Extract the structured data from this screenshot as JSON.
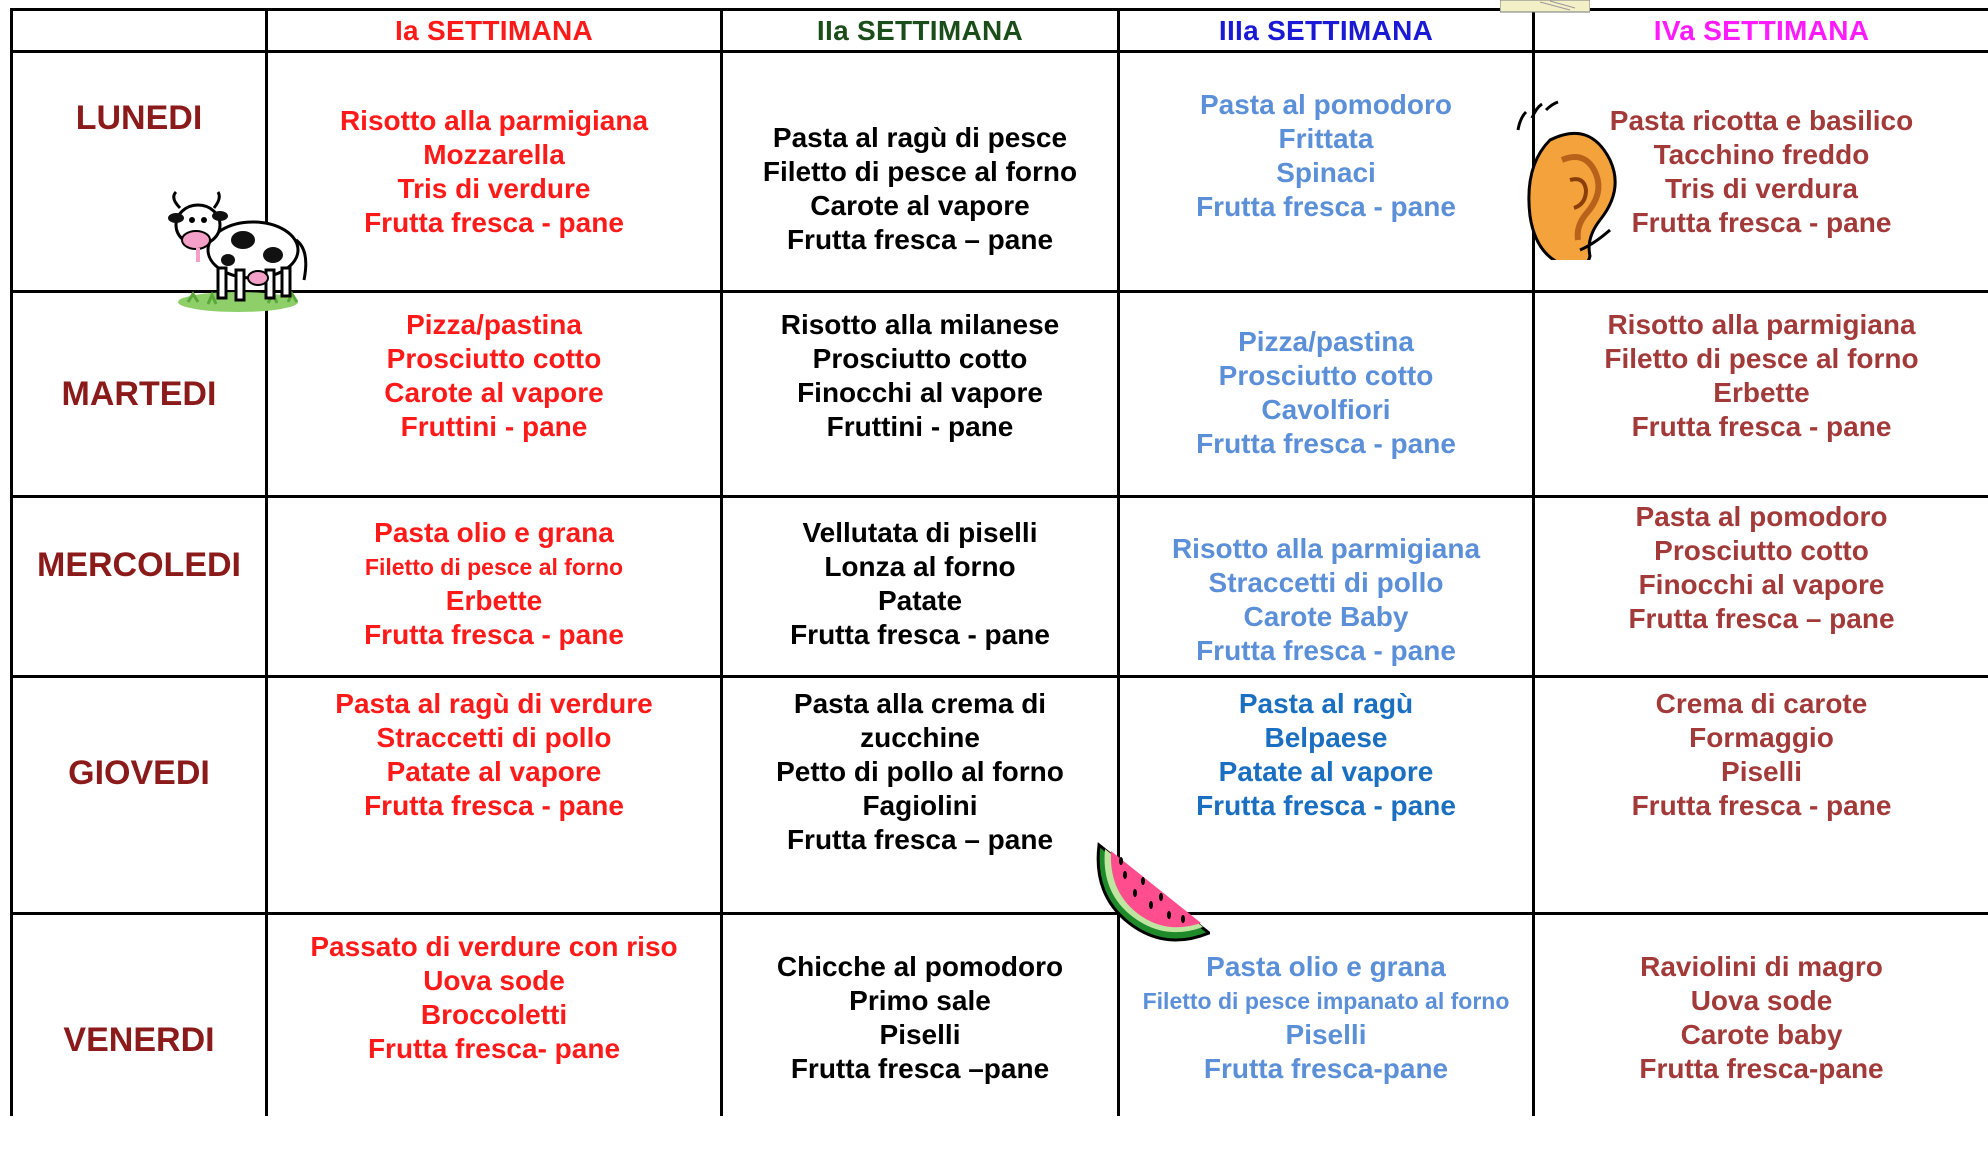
{
  "header": {
    "weeks": [
      {
        "label": "Ia SETTIMANA",
        "color": "#ff1a1a"
      },
      {
        "label": "IIa  SETTIMANA",
        "color": "#1a4d1a"
      },
      {
        "label": "IIIa  SETTIMANA",
        "color": "#1a1ad6"
      },
      {
        "label": "IVa  SETTIMANA",
        "color": "#ff1aff"
      }
    ]
  },
  "days": [
    "LUNEDI",
    "MARTEDI",
    "MERCOLEDI",
    "GIOVEDI",
    "VENERDI"
  ],
  "menu": {
    "lunedi": {
      "w1": [
        "Risotto alla parmigiana",
        "Mozzarella",
        "Tris di verdure",
        "Frutta fresca - pane"
      ],
      "w2": [
        "Pasta al ragù di pesce",
        "Filetto di pesce al forno",
        "Carote al vapore",
        "Frutta fresca – pane"
      ],
      "w3": [
        "Pasta al pomodoro",
        "Frittata",
        "Spinaci",
        "Frutta fresca - pane"
      ],
      "w4": [
        "Pasta ricotta e basilico",
        "Tacchino freddo",
        "Tris di verdura",
        "Frutta fresca - pane"
      ]
    },
    "martedi": {
      "w1": [
        "Pizza/pastina",
        "Prosciutto cotto",
        "Carote al vapore",
        "Fruttini - pane"
      ],
      "w2": [
        "Risotto alla milanese",
        "Prosciutto cotto",
        "Finocchi al vapore",
        "Fruttini -  pane"
      ],
      "w3": [
        "Pizza/pastina",
        "Prosciutto cotto",
        "Cavolfiori",
        "Frutta fresca - pane"
      ],
      "w4": [
        "Risotto alla parmigiana",
        "Filetto di pesce al forno",
        "Erbette",
        "Frutta fresca - pane"
      ]
    },
    "mercoledi": {
      "w1": [
        "Pasta olio e grana",
        "Filetto di pesce al forno",
        "Erbette",
        "Frutta fresca - pane"
      ],
      "w2": [
        "Vellutata di piselli",
        "Lonza al forno",
        "Patate",
        "Frutta fresca - pane"
      ],
      "w3": [
        "Risotto alla parmigiana",
        "Straccetti di pollo",
        "Carote Baby",
        "Frutta fresca - pane"
      ],
      "w4": [
        "Pasta al pomodoro",
        "Prosciutto cotto",
        "Finocchi al vapore",
        "Frutta fresca – pane"
      ]
    },
    "giovedi": {
      "w1": [
        "Pasta al ragù di verdure",
        "Straccetti di pollo",
        "Patate al vapore",
        "Frutta fresca - pane"
      ],
      "w2": [
        "Pasta alla crema di",
        "zucchine",
        "Petto di pollo al forno",
        "Fagiolini",
        "Frutta fresca – pane"
      ],
      "w3": [
        "Pasta al ragù",
        "Belpaese",
        "Patate al vapore",
        "Frutta fresca - pane"
      ],
      "w4": [
        "Crema di carote",
        "Formaggio",
        "Piselli",
        "Frutta fresca - pane"
      ]
    },
    "venerdi": {
      "w1": [
        "Passato di verdure con riso",
        "Uova sode",
        "Broccoletti",
        "Frutta fresca- pane"
      ],
      "w2": [
        "Chicche al pomodoro",
        "Primo sale",
        "Piselli",
        "Frutta fresca –pane"
      ],
      "w3": [
        "Pasta olio e grana",
        "Filetto di pesce impanato al forno",
        "Piselli",
        "Frutta fresca-pane"
      ],
      "w4": [
        "Raviolini di magro",
        "Uova sode",
        "Carote baby",
        "Frutta fresca-pane"
      ]
    }
  },
  "colors": {
    "day_label": "#8b1a1a",
    "week1": "#ff1a1a",
    "week2": "#000000",
    "week3": "#5b8fd8",
    "week4": "#a33a3a"
  },
  "decorations": [
    "cow-icon",
    "ear-icon",
    "watermelon-icon",
    "book-icon"
  ]
}
